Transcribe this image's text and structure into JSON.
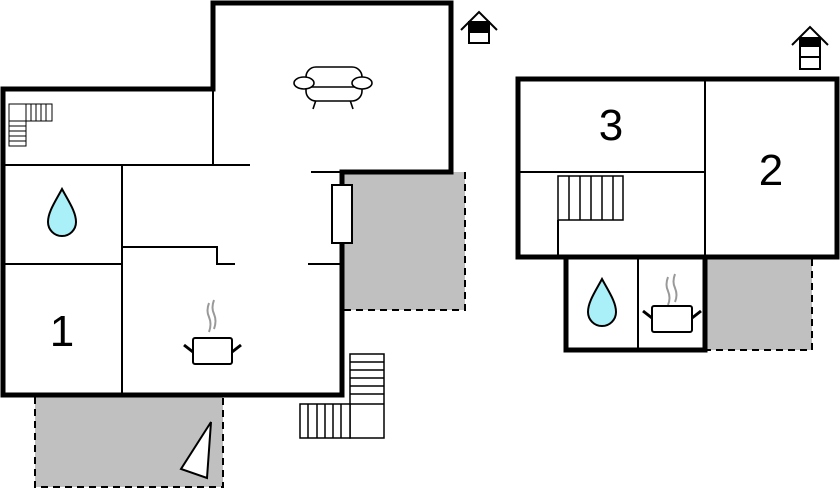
{
  "rooms": [
    {
      "id": "bedroom-1",
      "label": "1"
    },
    {
      "id": "bedroom-2",
      "label": "2"
    },
    {
      "id": "bedroom-3",
      "label": "3"
    }
  ],
  "icons": {
    "living": "sofa-icon",
    "bathroom": "water-drop-icon",
    "kitchen": "cooking-pot-icon",
    "floor": "floor-indicator-icon",
    "stairs": "stairs-icon",
    "terrace": "terrace-area"
  },
  "colors": {
    "wall": "#000000",
    "terrace": "#c0c0c0",
    "water": "#aaf0f8",
    "steam": "#999999"
  }
}
